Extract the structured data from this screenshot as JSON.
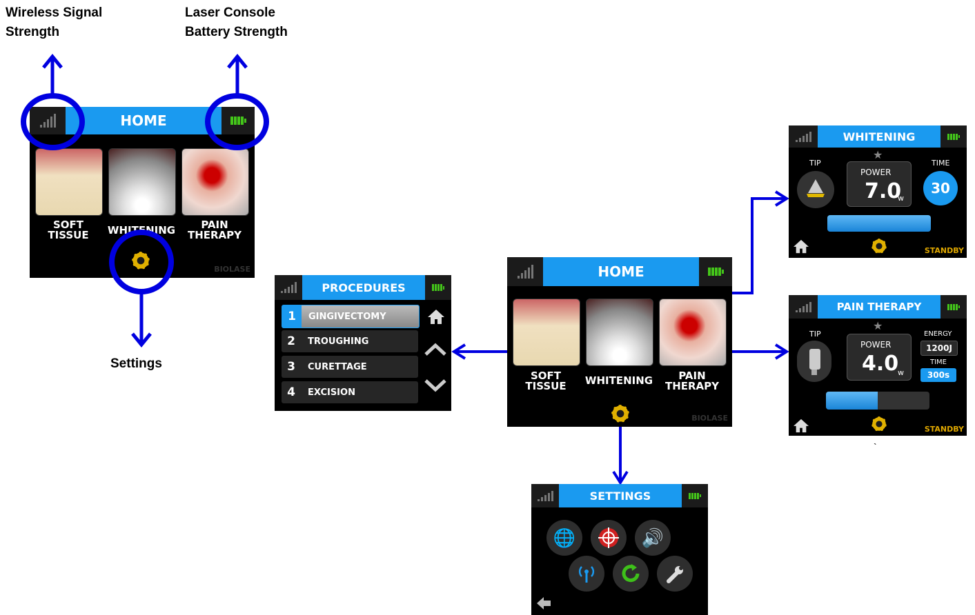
{
  "labels": {
    "wireless": "Wireless Signal\nStrength",
    "battery": "Laser Console\nBattery Strength",
    "settings": "Settings"
  },
  "home_main": {
    "title": "HOME",
    "tiles": [
      "SOFT\nTISSUE",
      "WHITENING",
      "PAIN\nTHERAPY"
    ],
    "brand": "BIOLASE"
  },
  "home_center": {
    "title": "HOME",
    "tiles": [
      "SOFT\nTISSUE",
      "WHITENING",
      "PAIN\nTHERAPY"
    ],
    "brand": "BIOLASE"
  },
  "procedures": {
    "title": "PROCEDURES",
    "items": [
      {
        "num": "1",
        "label": "GINGIVECTOMY"
      },
      {
        "num": "2",
        "label": "TROUGHING"
      },
      {
        "num": "3",
        "label": "CURETTAGE"
      },
      {
        "num": "4",
        "label": "EXCISION"
      }
    ]
  },
  "whitening": {
    "title": "WHITENING",
    "tip_label": "TIP",
    "power_label": "POWER",
    "power_value": "7.0",
    "power_unit": "w",
    "time_label": "TIME",
    "time_value": "30",
    "status": "STANDBY",
    "star": "★",
    "progress": 1.0
  },
  "pain": {
    "title": "PAIN THERAPY",
    "tip_label": "TIP",
    "power_label": "POWER",
    "power_value": "4.0",
    "power_unit": "w",
    "energy_label": "ENERGY",
    "energy_value": "1200J",
    "time_label": "TIME",
    "time_value": "300s",
    "status": "STANDBY",
    "star": "★",
    "progress": 0.5,
    "stray_mark": "`"
  },
  "settings_screen": {
    "title": "SETTINGS",
    "icons": [
      "language-icon",
      "target-icon",
      "volume-icon",
      "wireless-icon",
      "reset-icon",
      "wrench-icon"
    ]
  },
  "colors": {
    "accent": "#1a9af0",
    "arrow": "#0000e0",
    "battery": "#44c61a",
    "gear": "#e0b000",
    "standby": "#e0a800"
  }
}
